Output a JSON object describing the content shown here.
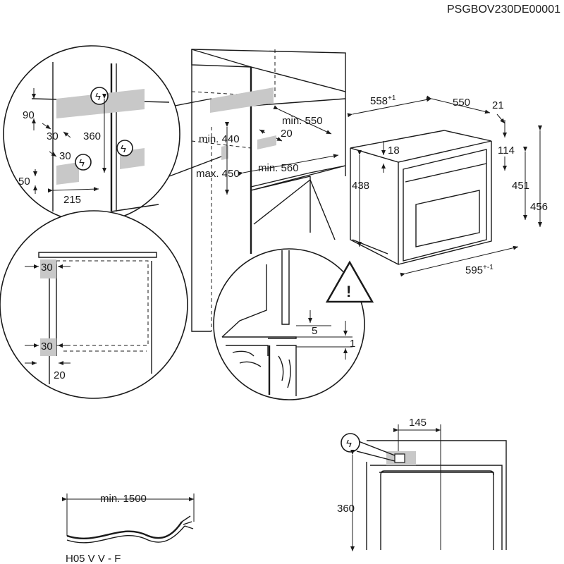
{
  "document_code": "PSGBOV230DE00001",
  "oven": {
    "width_label": "558",
    "width_tol": "+1",
    "depth_label": "550",
    "front_label": "21",
    "top_inset": "18",
    "top_offset": "114",
    "body_height": "438",
    "inner_height": "451",
    "total_height": "456",
    "front_width_label": "595",
    "front_width_tol": "+-1"
  },
  "cabinet": {
    "depth_min": "min. 550",
    "gap": "20",
    "height_min": "min. 440",
    "height_max": "max. 450",
    "width_min": "min. 560"
  },
  "detail_top_left": {
    "d90": "90",
    "d30a": "30",
    "d360": "360",
    "d30b": "30",
    "d50": "50",
    "d215": "215"
  },
  "detail_mid_left": {
    "d30_top": "30",
    "d30_bottom": "30",
    "d20": "20"
  },
  "detail_center": {
    "d5": "5",
    "d1": "1"
  },
  "cable": {
    "length": "min. 1500",
    "type": "H05 V V - F"
  },
  "back_view": {
    "d145": "145",
    "d360": "360"
  }
}
